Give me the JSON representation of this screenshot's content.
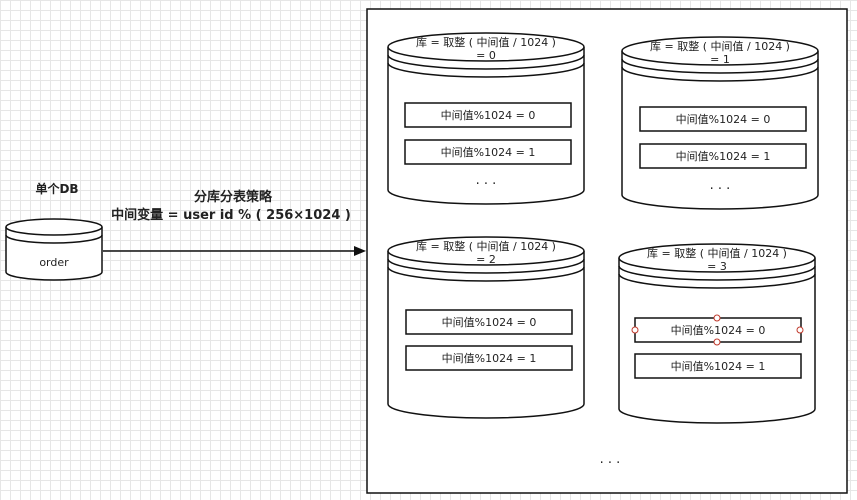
{
  "single_db": {
    "label": "单个DB",
    "table": "order"
  },
  "strategy": {
    "title": "分库分表策略",
    "formula": "中间变量 = user id % ( 256×1024 )"
  },
  "databases": [
    {
      "rule_line1": "库 = 取整 ( 中间值 / 1024 )",
      "rule_line2": "= 0",
      "tables": [
        "中间值%1024 = 0",
        "中间值%1024 = 1"
      ],
      "more": "· · ·"
    },
    {
      "rule_line1": "库 = 取整 ( 中间值 / 1024 )",
      "rule_line2": "= 1",
      "tables": [
        "中间值%1024 = 0",
        "中间值%1024 = 1"
      ],
      "more": "· · ·"
    },
    {
      "rule_line1": "库 = 取整 ( 中间值 / 1024 )",
      "rule_line2": "= 2",
      "tables": [
        "中间值%1024 = 0",
        "中间值%1024 = 1"
      ],
      "more": ""
    },
    {
      "rule_line1": "库 = 取整 ( 中间值 / 1024 )",
      "rule_line2": "= 3",
      "tables": [
        "中间值%1024 = 0",
        "中间值%1024 = 1"
      ],
      "more": ""
    }
  ],
  "container_more": "· · ·"
}
